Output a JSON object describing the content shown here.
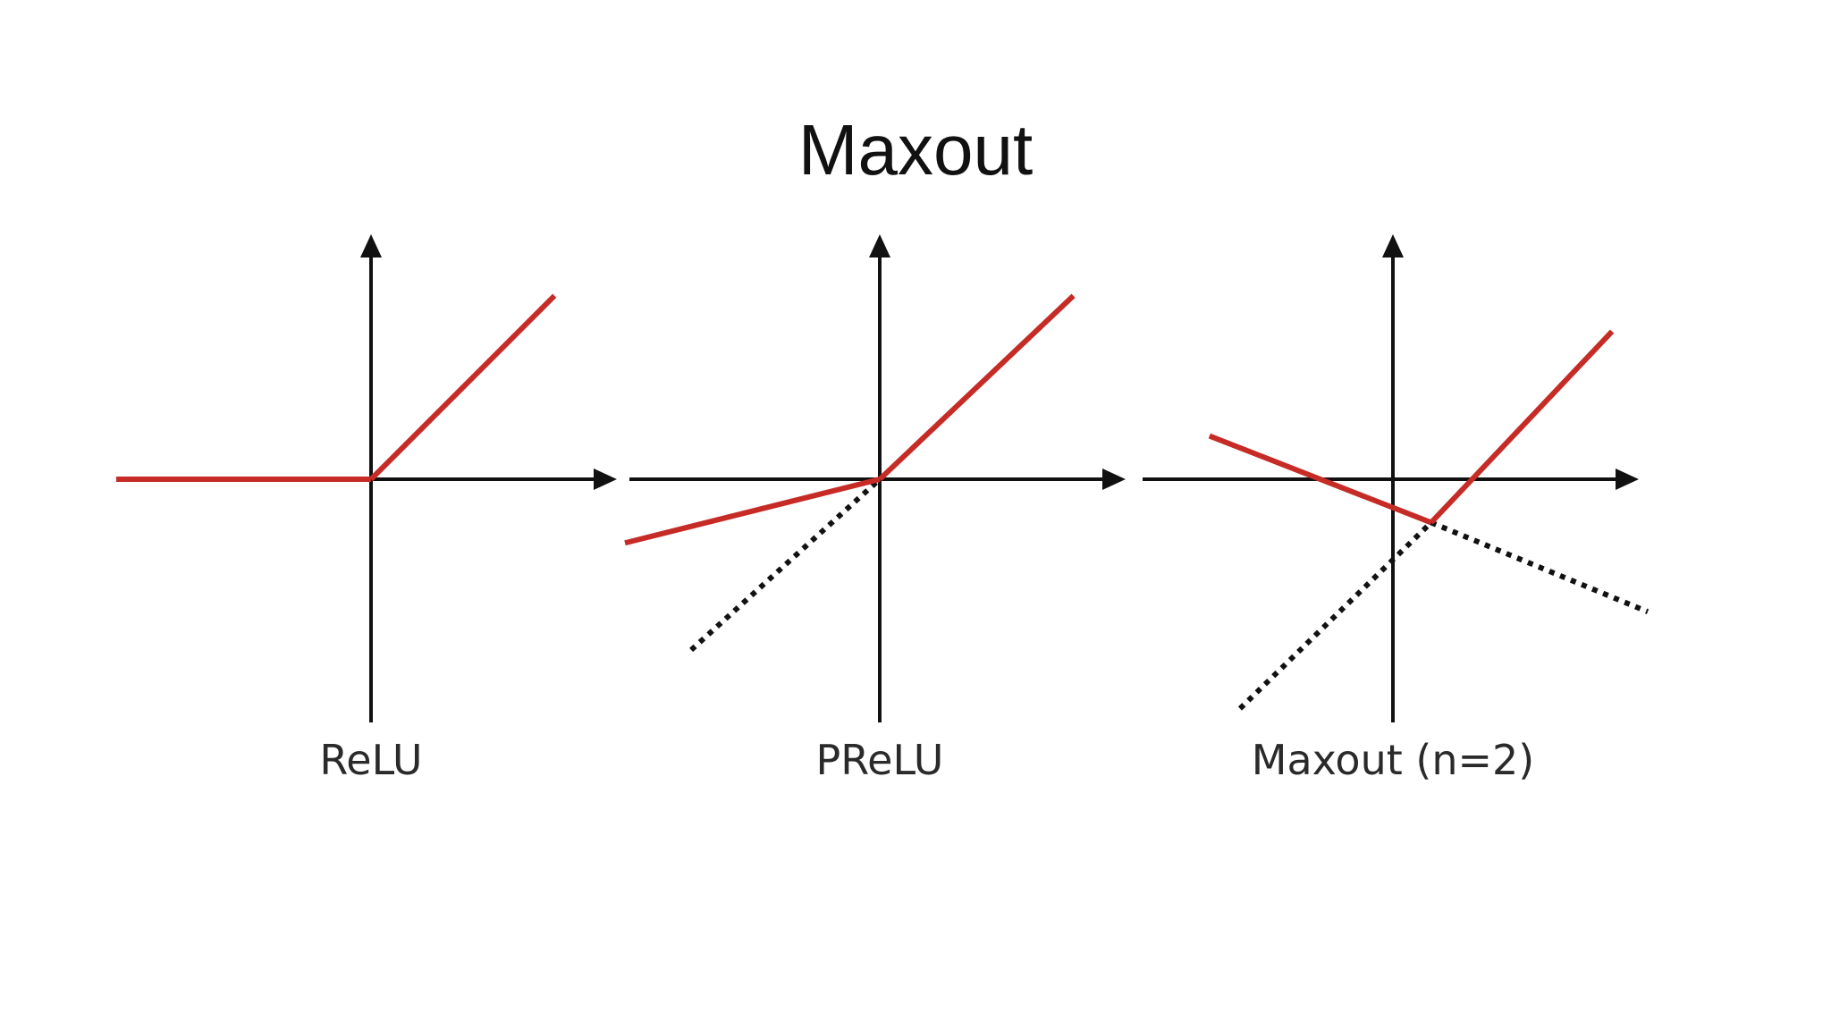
{
  "title": "Maxout",
  "colors": {
    "activation": "#c62b26",
    "axis": "#111111",
    "dotted_component": "#111111"
  },
  "panels": [
    {
      "caption": "ReLU",
      "pieces": [
        {
          "from": [
            -1.0,
            0.0
          ],
          "to": [
            0.0,
            0.0
          ]
        },
        {
          "from": [
            0.0,
            0.0
          ],
          "to": [
            0.72,
            0.72
          ]
        }
      ],
      "hidden_lines": []
    },
    {
      "caption": "PReLU",
      "pieces": [
        {
          "from": [
            -1.0,
            -0.25
          ],
          "to": [
            0.0,
            0.0
          ]
        },
        {
          "from": [
            0.0,
            0.0
          ],
          "to": [
            0.76,
            0.72
          ]
        }
      ],
      "hidden_lines": [
        {
          "from": [
            -0.74,
            -0.67
          ],
          "to": [
            0.0,
            0.0
          ]
        }
      ]
    },
    {
      "caption": "Maxout (n=2)",
      "pieces": [
        {
          "from": [
            -0.72,
            0.17
          ],
          "to": [
            0.15,
            -0.17
          ]
        },
        {
          "from": [
            0.15,
            -0.17
          ],
          "to": [
            0.86,
            0.58
          ]
        }
      ],
      "hidden_lines": [
        {
          "from": [
            -0.6,
            -0.9
          ],
          "to": [
            0.15,
            -0.17
          ]
        },
        {
          "from": [
            0.15,
            -0.17
          ],
          "to": [
            1.0,
            -0.52
          ]
        }
      ]
    }
  ]
}
